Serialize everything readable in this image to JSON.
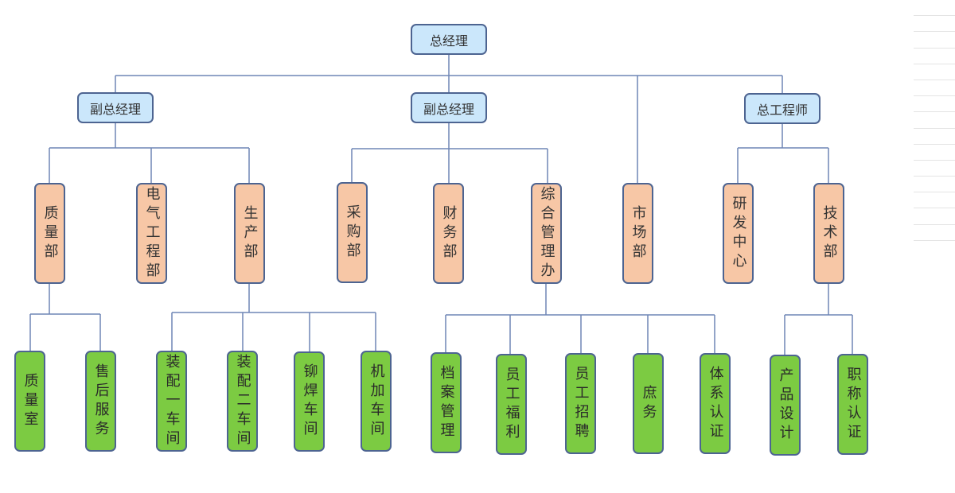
{
  "title": "组织架构图",
  "colors": {
    "line": "#6f86b6",
    "border": "#4d6491",
    "executive_fill": "#cbe7fb",
    "department_fill": "#f7c7a6",
    "unit_fill": "#7ccb42"
  },
  "org": {
    "label": "总经理",
    "children": [
      {
        "label": "副总经理",
        "children": [
          {
            "label": "质量部",
            "children": [
              {
                "label": "质量室"
              },
              {
                "label": "售后服务"
              }
            ]
          },
          {
            "label": "电气工程部"
          },
          {
            "label": "生产部",
            "children": [
              {
                "label": "装配一车间"
              },
              {
                "label": "装配二车间"
              },
              {
                "label": "铆焊车间"
              },
              {
                "label": "机加车间"
              }
            ]
          }
        ]
      },
      {
        "label": "副总经理",
        "children": [
          {
            "label": "采购部"
          },
          {
            "label": "财务部"
          },
          {
            "label": "综合管理办",
            "children": [
              {
                "label": "档案管理"
              },
              {
                "label": "员工福利"
              },
              {
                "label": "员工招聘"
              },
              {
                "label": "庶务"
              },
              {
                "label": "体系认证"
              }
            ]
          }
        ]
      },
      {
        "label": "市场部"
      },
      {
        "label": "总工程师",
        "children": [
          {
            "label": "研发中心"
          },
          {
            "label": "技术部",
            "children": [
              {
                "label": "产品设计"
              },
              {
                "label": "职称认证"
              }
            ]
          }
        ]
      }
    ]
  }
}
